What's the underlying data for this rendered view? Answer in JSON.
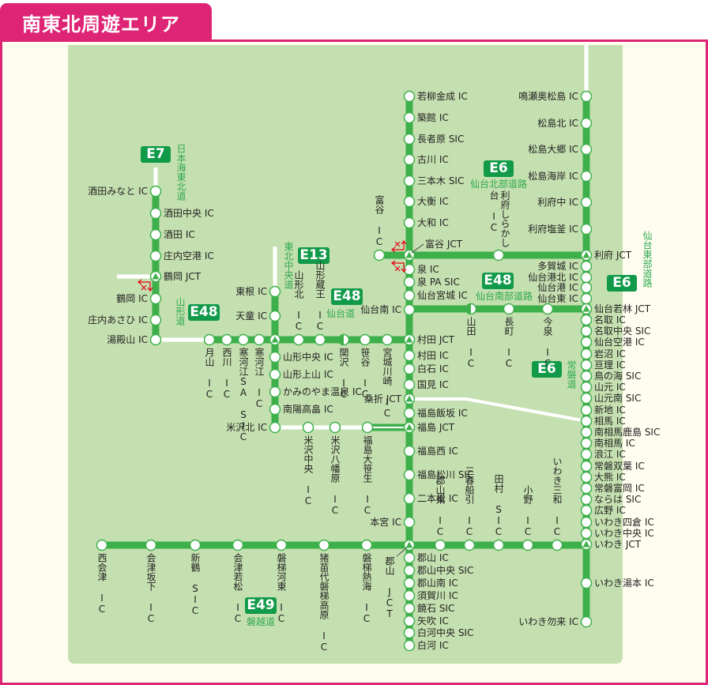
{
  "title": "南東北周遊エリア",
  "colors": {
    "accent": "#de2474",
    "road": "#3db04b",
    "badge": "#119a4a",
    "area": "#c5e0b0",
    "background": "#fffdf0",
    "route_name": "#2fa84f",
    "restriction": "#e60012"
  },
  "routes": {
    "tohoku": {
      "stations": [
        {
          "name": "若柳金成 IC",
          "type": "ic"
        },
        {
          "name": "築館 IC",
          "type": "ic"
        },
        {
          "name": "長者原 SIC",
          "type": "ic"
        },
        {
          "name": "古川 IC",
          "type": "ic"
        },
        {
          "name": "三本木 SIC",
          "type": "ic"
        },
        {
          "name": "大衡 IC",
          "type": "ic"
        },
        {
          "name": "大和 IC",
          "type": "ic"
        },
        {
          "name": "富谷 JCT",
          "type": "jct"
        },
        {
          "name": "泉 IC",
          "type": "ic"
        },
        {
          "name": "泉 PA SIC",
          "type": "ic"
        },
        {
          "name": "仙台宮城 IC",
          "type": "ic"
        },
        {
          "name": "仙台南 IC",
          "type": "ic"
        },
        {
          "name": "村田 JCT",
          "type": "jct"
        },
        {
          "name": "村田 IC",
          "type": "ic"
        },
        {
          "name": "白石 IC",
          "type": "ic"
        },
        {
          "name": "国見 IC",
          "type": "ic"
        },
        {
          "name": "桑折 JCT",
          "type": "jct"
        },
        {
          "name": "福島飯坂 IC",
          "type": "ic"
        },
        {
          "name": "福島 JCT",
          "type": "jct"
        },
        {
          "name": "福島西 IC",
          "type": "ic"
        },
        {
          "name": "福島松川 SIC",
          "type": "ic"
        },
        {
          "name": "二本松 IC",
          "type": "ic"
        },
        {
          "name": "本宮 IC",
          "type": "ic"
        },
        {
          "name": "郡山 JCT",
          "type": "jct"
        },
        {
          "name": "郡山 IC",
          "type": "ic"
        },
        {
          "name": "郡山中央 SIC",
          "type": "ic"
        },
        {
          "name": "郡山南 IC",
          "type": "ic"
        },
        {
          "name": "須賀川 IC",
          "type": "ic"
        },
        {
          "name": "鏡石 SIC",
          "type": "ic"
        },
        {
          "name": "矢吹 IC",
          "type": "ic"
        },
        {
          "name": "白河中央 SIC",
          "type": "ic"
        },
        {
          "name": "白河 IC",
          "type": "ic"
        }
      ]
    },
    "joban": {
      "stations": [
        {
          "name": "鳴瀬奥松島 IC",
          "type": "ic"
        },
        {
          "name": "松島北 IC",
          "type": "ic"
        },
        {
          "name": "松島大郷 IC",
          "type": "ic"
        },
        {
          "name": "松島海岸 IC",
          "type": "ic"
        },
        {
          "name": "利府中 IC",
          "type": "ic"
        },
        {
          "name": "利府塩釜 IC",
          "type": "ic"
        },
        {
          "name": "利府 JCT",
          "type": "jct"
        },
        {
          "name": "多賀城 IC",
          "type": "ic"
        },
        {
          "name": "仙台港北 IC",
          "type": "ic"
        },
        {
          "name": "仙台港 IC",
          "type": "ic"
        },
        {
          "name": "仙台東 IC",
          "type": "ic"
        },
        {
          "name": "仙台若林 JCT",
          "type": "jct"
        },
        {
          "name": "名取 IC",
          "type": "ic"
        },
        {
          "name": "名取中央 SIC",
          "type": "ic"
        },
        {
          "name": "仙台空港 IC",
          "type": "ic"
        },
        {
          "name": "岩沼 IC",
          "type": "ic"
        },
        {
          "name": "亘理 IC",
          "type": "ic"
        },
        {
          "name": "鳥の海 SIC",
          "type": "ic"
        },
        {
          "name": "山元 IC",
          "type": "ic"
        },
        {
          "name": "山元南 SIC",
          "type": "ic"
        },
        {
          "name": "新地 IC",
          "type": "ic"
        },
        {
          "name": "相馬 IC",
          "type": "ic"
        },
        {
          "name": "南相馬鹿島 SIC",
          "type": "ic"
        },
        {
          "name": "南相馬 IC",
          "type": "ic"
        },
        {
          "name": "浪江 IC",
          "type": "ic"
        },
        {
          "name": "常磐双葉 IC",
          "type": "ic"
        },
        {
          "name": "大熊 IC",
          "type": "ic"
        },
        {
          "name": "常磐富岡 IC",
          "type": "ic"
        },
        {
          "name": "ならは SIC",
          "type": "ic"
        },
        {
          "name": "広野 IC",
          "type": "ic"
        },
        {
          "name": "いわき四倉 IC",
          "type": "ic"
        },
        {
          "name": "いわき中央 IC",
          "type": "ic"
        },
        {
          "name": "いわき JCT",
          "type": "jct"
        },
        {
          "name": "いわき湯本 IC",
          "type": "ic"
        },
        {
          "name": "いわき勿来 IC",
          "type": "ic"
        }
      ]
    },
    "sendai_north": {
      "stations": [
        {
          "name": "富谷 IC",
          "type": "ic"
        },
        {
          "name": "利府しらかし台 IC",
          "type": "ic"
        }
      ]
    },
    "sendai_south": {
      "stations": [
        {
          "name": "山田 IC",
          "type": "half"
        },
        {
          "name": "長町 IC",
          "type": "ic"
        },
        {
          "name": "今泉 IC",
          "type": "ic"
        }
      ]
    },
    "yamagata": {
      "stations": [
        {
          "name": "月山 IC",
          "type": "ic"
        },
        {
          "name": "西川 IC",
          "type": "ic"
        },
        {
          "name": "寒河江SA SIC",
          "type": "ic"
        },
        {
          "name": "寒河江 IC",
          "type": "ic"
        },
        {
          "name": "",
          "type": "jct"
        },
        {
          "name": "山形北 IC",
          "type": "ic"
        },
        {
          "name": "山形蔵王 IC",
          "type": "ic"
        },
        {
          "name": "関沢 IC",
          "type": "half"
        },
        {
          "name": "笹谷 IC",
          "type": "ic"
        },
        {
          "name": "宮城川崎 IC",
          "type": "ic"
        }
      ]
    },
    "nihonkai": {
      "stations": [
        {
          "name": "酒田みなと IC",
          "type": "ic"
        },
        {
          "name": "酒田中央 IC",
          "type": "ic"
        },
        {
          "name": "酒田 IC",
          "type": "ic"
        },
        {
          "name": "庄内空港 IC",
          "type": "ic"
        },
        {
          "name": "鶴岡 JCT",
          "type": "jct"
        },
        {
          "name": "鶴岡 IC",
          "type": "ic"
        },
        {
          "name": "庄内あさひ IC",
          "type": "ic"
        },
        {
          "name": "湯殿山 IC",
          "type": "ic"
        }
      ]
    },
    "tohoku_chuo": {
      "stations": [
        {
          "name": "東根 IC",
          "type": "ic"
        },
        {
          "name": "天童 IC",
          "type": "ic"
        },
        {
          "name": "山形中央 IC",
          "type": "ic"
        },
        {
          "name": "山形上山 IC",
          "type": "ic"
        },
        {
          "name": "かみのやま温泉 IC",
          "type": "ic"
        },
        {
          "name": "南陽高畠 IC",
          "type": "ic"
        },
        {
          "name": "米沢北 IC",
          "type": "ic"
        },
        {
          "name": "米沢中央 IC",
          "type": "ic"
        },
        {
          "name": "米沢八幡原 IC",
          "type": "ic"
        },
        {
          "name": "福島大笹生 IC",
          "type": "ic"
        }
      ]
    },
    "banetsu": {
      "stations": [
        {
          "name": "西会津 IC",
          "type": "ic"
        },
        {
          "name": "会津坂下 IC",
          "type": "ic"
        },
        {
          "name": "新鶴 SIC",
          "type": "ic"
        },
        {
          "name": "会津若松 IC",
          "type": "ic"
        },
        {
          "name": "磐梯河東 IC",
          "type": "ic"
        },
        {
          "name": "猪苗代磐梯高原 IC",
          "type": "ic"
        },
        {
          "name": "磐梯熱海 IC",
          "type": "ic"
        },
        {
          "name": "郡山東 IC",
          "type": "ic"
        },
        {
          "name": "三春船引 IC",
          "type": "ic"
        },
        {
          "name": "田村 SIC",
          "type": "ic"
        },
        {
          "name": "小野 IC",
          "type": "ic"
        },
        {
          "name": "いわき三和 IC",
          "type": "ic"
        }
      ]
    }
  },
  "badges": [
    {
      "code": "E7",
      "name": "日本海東北道"
    },
    {
      "code": "E13",
      "name": "東北中央道"
    },
    {
      "code": "E48",
      "name": "山形道"
    },
    {
      "code": "E48",
      "name": "仙台道"
    },
    {
      "code": "E6",
      "name": "仙台北部道路"
    },
    {
      "code": "E48",
      "name": "仙台南部道路"
    },
    {
      "code": "E6",
      "name": "仙台東部道路"
    },
    {
      "code": "E6",
      "name": "常磐道"
    },
    {
      "code": "E49",
      "name": "磐越道"
    }
  ],
  "icons": {
    "junction": "triangle-in-circle",
    "interchange": "circle",
    "no-through": "red-x-arrows"
  }
}
